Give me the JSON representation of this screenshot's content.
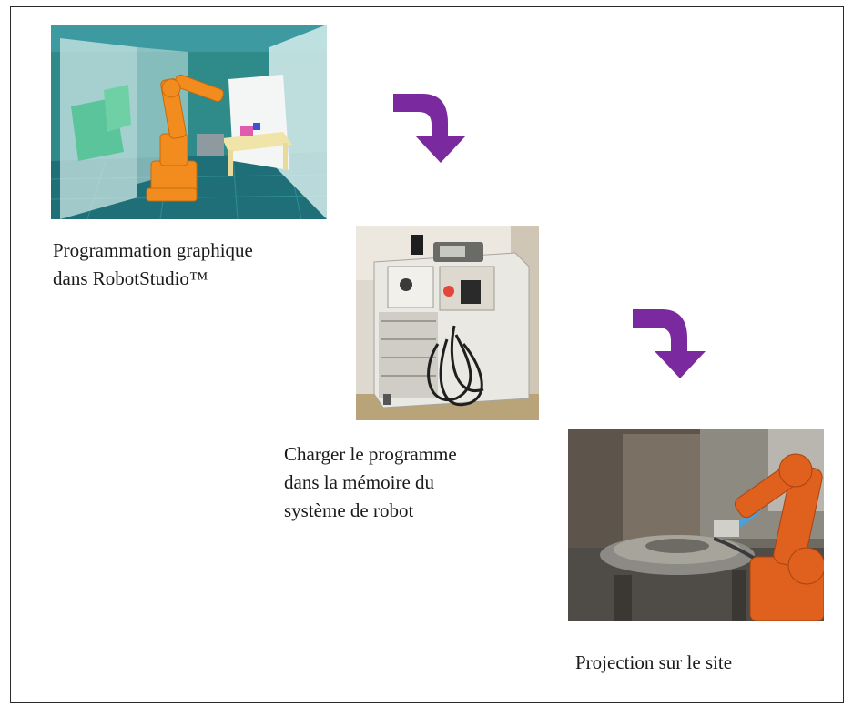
{
  "steps": [
    {
      "caption_lines": [
        "Programmation graphique",
        "dans RobotStudio™"
      ]
    },
    {
      "caption_lines": [
        "Charger le programme",
        "dans la mémoire du",
        "système de robot"
      ]
    },
    {
      "caption_lines": [
        "Projection sur le site"
      ]
    }
  ],
  "arrow_color": "#7a2a9e"
}
